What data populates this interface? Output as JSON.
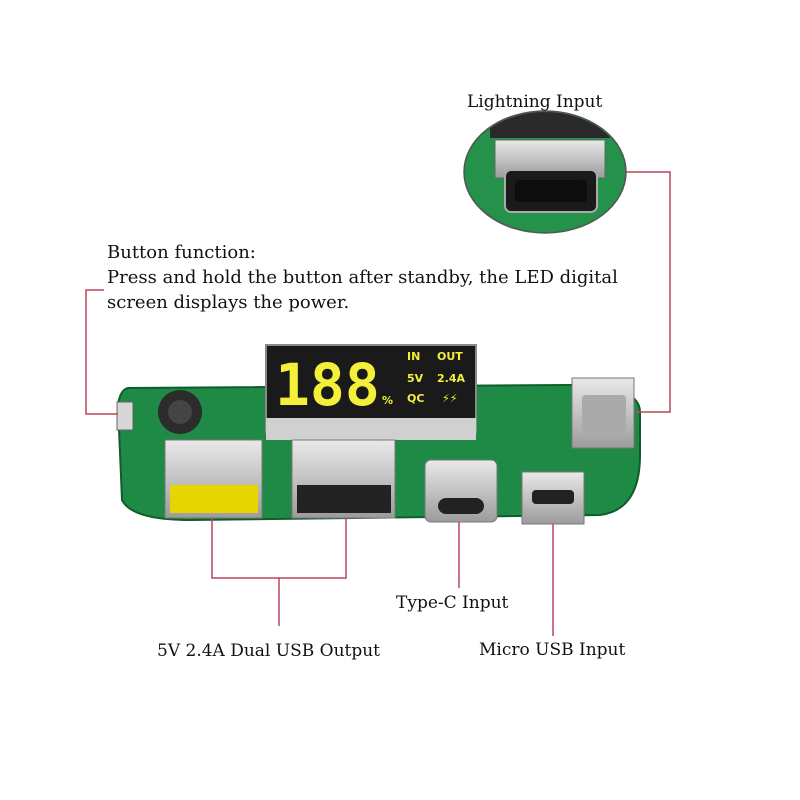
{
  "labels": {
    "lightning": "Lightning Input",
    "button_title": "Button function:",
    "button_line1": "Press and hold the button after standby, the LED digital",
    "button_line2": "screen displays the power.",
    "type_c": "Type-C Input",
    "dual_usb": "5V 2.4A Dual USB Output",
    "micro_usb": "Micro USB Input"
  },
  "display": {
    "digits": "188",
    "percent": "%",
    "in": "IN",
    "out": "OUT",
    "v": "5V",
    "a": "2.4A",
    "qc": "QC",
    "bolt": "⚡⚡"
  },
  "colors": {
    "pcb": "#1f8a45",
    "leader": "#b9465a",
    "led": "#f4f03a"
  },
  "icons": [
    "pcb-board-image",
    "lightning-port-zoom-image"
  ]
}
